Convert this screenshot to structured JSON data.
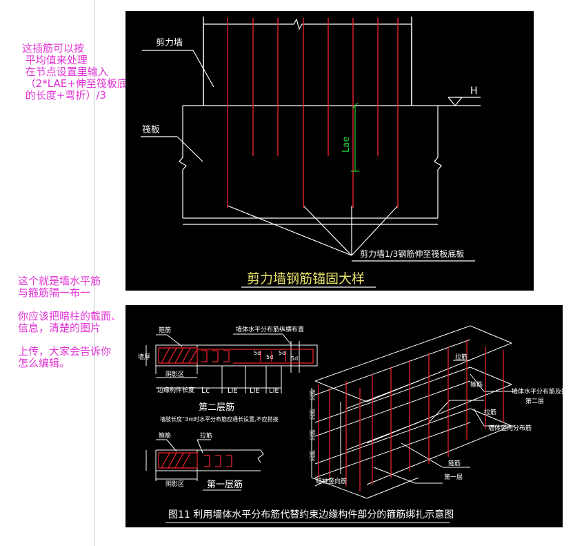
{
  "notes": {
    "note1": "这插筋可以按\n 平均值来处理\n 在节点设置里输入\n （2*LAE+伸至筏板底\n 的长度+弯折）/3",
    "note2": "这个就是墙水平筋\n与箍筋隔一布一\n\n你应该把暗柱的截面、\n信息，清楚的图片\n\n上传，大家会告诉你\n怎么编辑。"
  },
  "drawing1": {
    "label_wall": "剪力墙",
    "label_raft": "筏板",
    "label_h": "H",
    "label_lae": "Lae",
    "callout": "剪力墙1/3钢筋伸至筏板底板",
    "title": "剪力墙钢筋锚固大样"
  },
  "drawing2": {
    "top_label_stirrup": "箍筋",
    "top_label_dist": "墙体水平分布筋纵横布置",
    "shadow_zone_top": "阴影区",
    "len_row": "边缘构件长度",
    "lc": "Lc",
    "lle1": "LlE",
    "lle2": "LlE",
    "lle3": "LlE",
    "layer2": "第二层筋",
    "wall_note": "墙肢长度“3m时水平分布筋应通长设置,不应搭接",
    "d5a": "5d",
    "d5b": "5d",
    "d5c": "5d",
    "d5d": "5d",
    "bot_label_stirrup": "箍筋",
    "bot_label_tie": "拉筋",
    "shadow_zone_bot": "阴影区",
    "layer1": "第一层筋",
    "side_wall_thk": "墙厚",
    "iso_label_tie1": "拉筋",
    "iso_label_stirrup": "箍筋",
    "iso_label_hz": "墙体水平分布筋及拉筋",
    "iso_label_l2": "第二层",
    "iso_label_tie2": "拉筋",
    "iso_label_vert": "墙体竖向分布筋",
    "iso_label_stirrup2": "箍筋",
    "iso_label_l1": "第一层",
    "iso_label_col": "暗柱竖向筋",
    "spacing1": "间距",
    "spacing2": "间距",
    "spacing3": "间距",
    "spacing4": "间距",
    "fig_title": "图11  利用墙体水平分布筋代替约束边缘构件部分的箍筋绑扎示意图"
  },
  "colors": {
    "note_magenta": "#e233d6",
    "cad_bg": "#000000",
    "cad_white": "#ffffff",
    "cad_red": "#e8222b",
    "cad_green": "#22d33a",
    "cad_yellow": "#e8e36a"
  }
}
